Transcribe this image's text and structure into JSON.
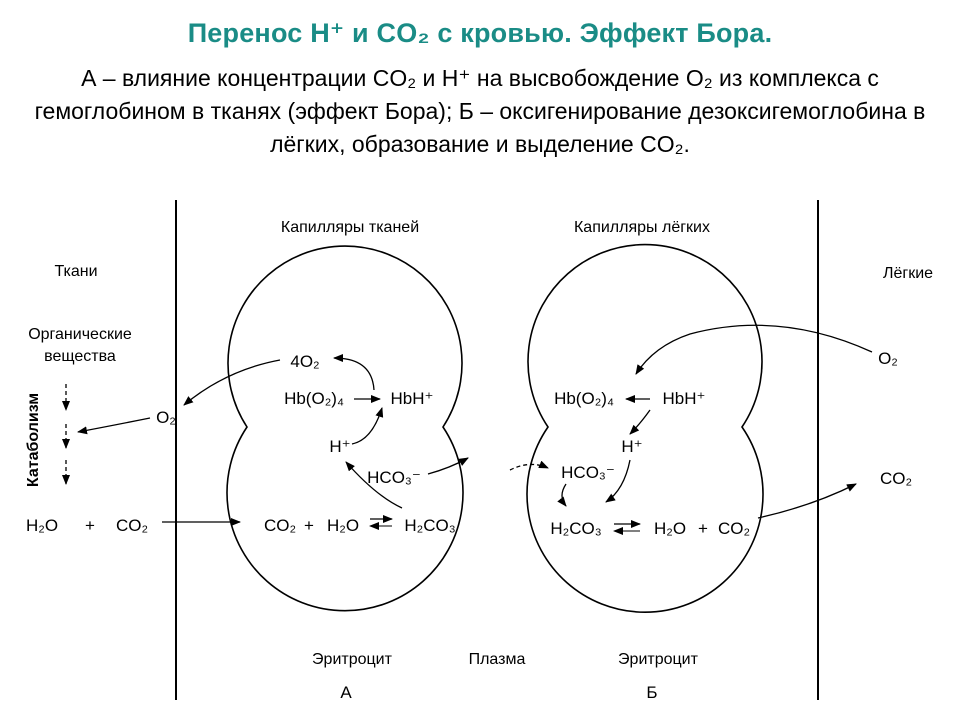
{
  "header": {
    "title": "Перенос H⁺ и CO₂ с кровью. Эффект Бора.",
    "subtitle": "А – влияние концентрации CO₂ и H⁺ на высвобождение O₂ из комплекса с гемоглобином в тканях (эффект Бора); Б – оксигенирование дезоксигемоглобина в лёгких, образование и выделение CO₂."
  },
  "colors": {
    "title": "#1a8c86",
    "ink": "#000000"
  },
  "left": {
    "tissues": "Ткани",
    "organic_1": "Органические",
    "organic_2": "вещества",
    "catabolism": "Катаболизм",
    "o2": "O₂",
    "h2o": "H₂O",
    "plus": "+",
    "co2": "CO₂"
  },
  "cell_a": {
    "header": "Капилляры тканей",
    "o2": "4O₂",
    "hbo2": "Hb(O₂)₄",
    "hbh": "HbH⁺",
    "h": "H⁺",
    "hco3": "HCO₃⁻",
    "co2": "CO₂",
    "plus": "+",
    "h2o": "H₂O",
    "h2co3": "H₂CO₃",
    "caption": "Эритроцит",
    "letter": "А"
  },
  "plasma": "Плазма",
  "cell_b": {
    "header": "Капилляры лёгких",
    "hbo2": "Hb(O₂)₄",
    "hbh": "HbH⁺",
    "h": "H⁺",
    "hco3": "HCO₃⁻",
    "h2co3": "H₂CO₃",
    "h2o": "H₂O",
    "plus": "+",
    "co2": "CO₂",
    "caption": "Эритроцит",
    "letter": "Б"
  },
  "right": {
    "lungs": "Лёгкие",
    "o2": "O₂",
    "co2": "CO₂"
  }
}
